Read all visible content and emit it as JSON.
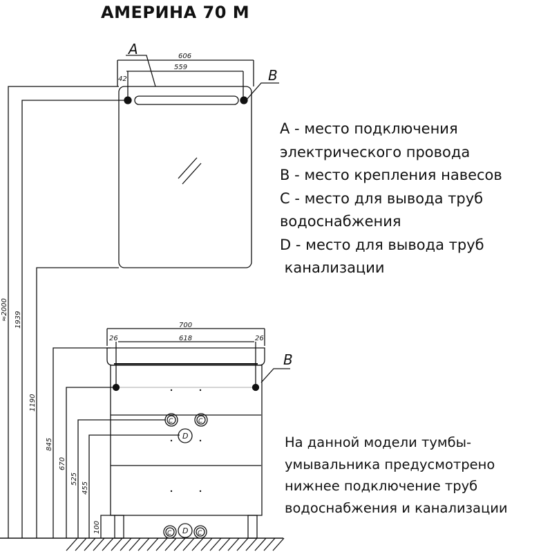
{
  "title": "АМЕРИНА 70 М",
  "legend": [
    "A - место подключения",
    "электрического провода",
    "B - место крепления навесов",
    "C - место для вывода труб",
    "водоснабжения",
    "D - место для вывода труб",
    " канализации"
  ],
  "note": [
    "На данной модели тумбы-",
    "умывальника предусмотрено",
    "нижнее подключение труб",
    "водоснабжения и канализации"
  ],
  "mirror_dims": {
    "total_width": "606",
    "mount_spacing": "559",
    "offset": "42"
  },
  "cabinet_dims": {
    "total_width": "700",
    "mount_spacing": "618",
    "left_offset": "26",
    "right_offset": "26"
  },
  "heights": {
    "h2000": "≈2000",
    "h1939": "1939",
    "h1190": "1190",
    "h845": "845",
    "h670": "670",
    "h525": "525",
    "h455": "455",
    "h100": "100"
  },
  "markers": {
    "a": "A",
    "b": "B",
    "c": "C",
    "d": "D"
  }
}
